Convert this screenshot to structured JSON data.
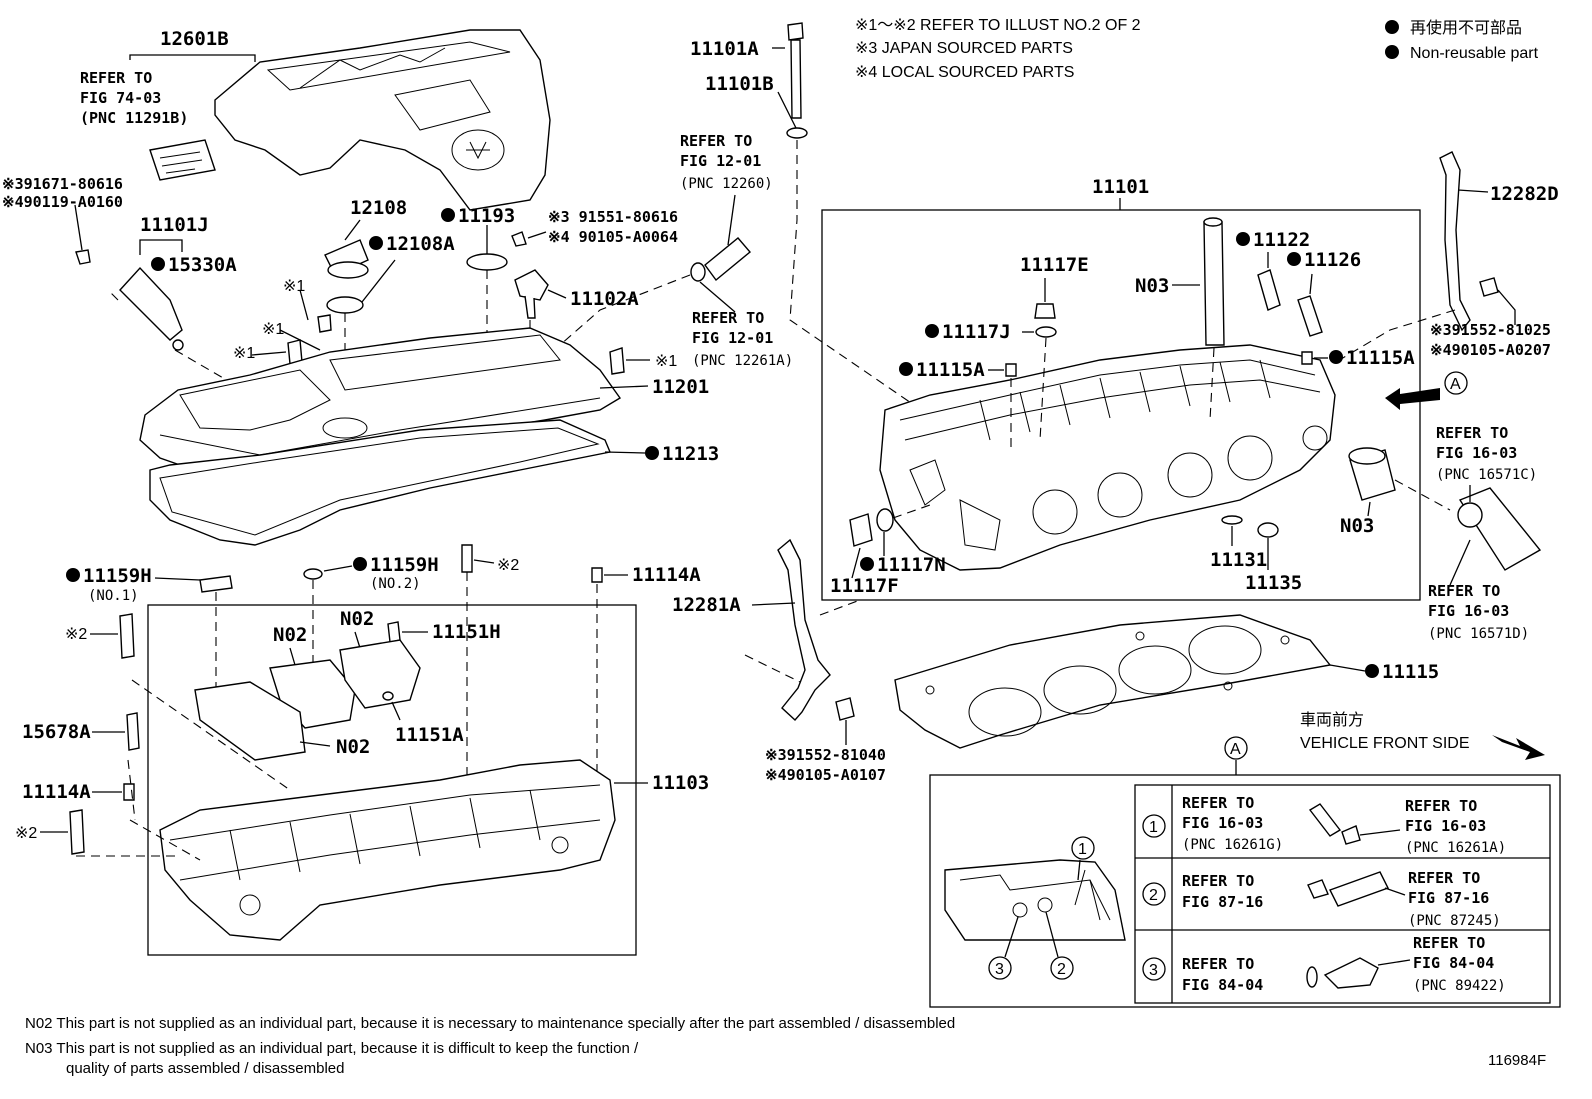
{
  "legend": {
    "notes": [
      "※1～※2  REFER TO ILLUST NO.2 OF 2",
      "※3 JAPAN SOURCED PARTS",
      "※4 LOCAL SOURCED PARTS"
    ],
    "nonreusable_jp": "再使用不可部品",
    "nonreusable_en": "Non-reusable part"
  },
  "labels": {
    "p12601B": "12601B",
    "ref7403_1": "REFER TO",
    "ref7403_2": "FIG 74-03",
    "ref7403_3": "(PNC 11291B)",
    "c91671": "※391671-80616",
    "c90119": "※490119-A0160",
    "p11101J": "11101J",
    "p15330A": "15330A",
    "p12108": "12108",
    "p12108A": "12108A",
    "p11193": "11193",
    "c91551": "※3 91551-80616",
    "c90105_64": "※4 90105-A0064",
    "p11102A": "11102A",
    "star1a": "※1",
    "star1b": "※1",
    "star1c": "※1",
    "star1d": "※1",
    "p11201": "11201",
    "p11213": "11213",
    "p11101A": "11101A",
    "p11101B": "11101B",
    "ref1201a_1": "REFER TO",
    "ref1201a_2": "FIG 12-01",
    "ref1201a_3": "(PNC 12260)",
    "ref1201b_1": "REFER TO",
    "ref1201b_2": "FIG 12-01",
    "ref1201b_3": "(PNC 12261A)",
    "p11101": "11101",
    "p11122": "11122",
    "p11126": "11126",
    "p11117E": "11117E",
    "pN03a": "N03",
    "p11117J": "11117J",
    "p11115Aa": "11115A",
    "p11115Ab": "11115A",
    "p12282D": "12282D",
    "c91552_25": "※391552-81025",
    "c90105_207": "※490105-A0207",
    "calloutA": "A",
    "ref1603c_1": "REFER TO",
    "ref1603c_2": "FIG 16-03",
    "ref1603c_3": "(PNC 16571C)",
    "pN03b": "N03",
    "ref1603d_1": "REFER TO",
    "ref1603d_2": "FIG 16-03",
    "ref1603d_3": "(PNC 16571D)",
    "p11117N": "11117N",
    "p11117F": "11117F",
    "p11131": "11131",
    "p11135": "11135",
    "p11115": "11115",
    "p12281A": "12281A",
    "c91552_40": "※391552-81040",
    "c90105_107": "※490105-A0107",
    "front_jp": "車両前方",
    "front_en": "VEHICLE FRONT SIDE",
    "p11159Ha": "11159H",
    "no1": "(NO.1)",
    "p11159Hb": "11159H",
    "no2": "(NO.2)",
    "star2a": "※2",
    "p11114Aa": "11114A",
    "star2b": "※2",
    "pN02a": "N02",
    "pN02b": "N02",
    "p11151H": "11151H",
    "p15678A": "15678A",
    "pN02c": "N02",
    "p11151A": "11151A",
    "p11103": "11103",
    "p11114Ab": "11114A",
    "star2c": "※2",
    "detailA": "A",
    "d1_circ": "1",
    "d2_circ": "2",
    "d3_circ": "3",
    "d_call1": "1",
    "d_call2": "2",
    "d_call3": "3",
    "r1l_1": "REFER TO",
    "r1l_2": "FIG 16-03",
    "r1l_3": "(PNC 16261G)",
    "r1r_1": "REFER TO",
    "r1r_2": "FIG 16-03",
    "r1r_3": "(PNC 16261A)",
    "r2l_1": "REFER TO",
    "r2l_2": "FIG 87-16",
    "r2r_1": "REFER TO",
    "r2r_2": "FIG 87-16",
    "r2r_3": "(PNC 87245)",
    "r3l_1": "REFER TO",
    "r3l_2": "FIG 84-04",
    "r3r_1": "REFER TO",
    "r3r_2": "FIG 84-04",
    "r3r_3": "(PNC 89422)"
  },
  "footnotes": {
    "n02": "N02  This part is not supplied as an individual part, because it is necessary to maintenance specially after the part assembled / disassembled",
    "n03_line1": "N03  This part is not supplied as an individual part, because it is difficult to keep the function /",
    "n03_line2": "quality of parts  assembled / disassembled"
  },
  "illustration_id": "116984F"
}
